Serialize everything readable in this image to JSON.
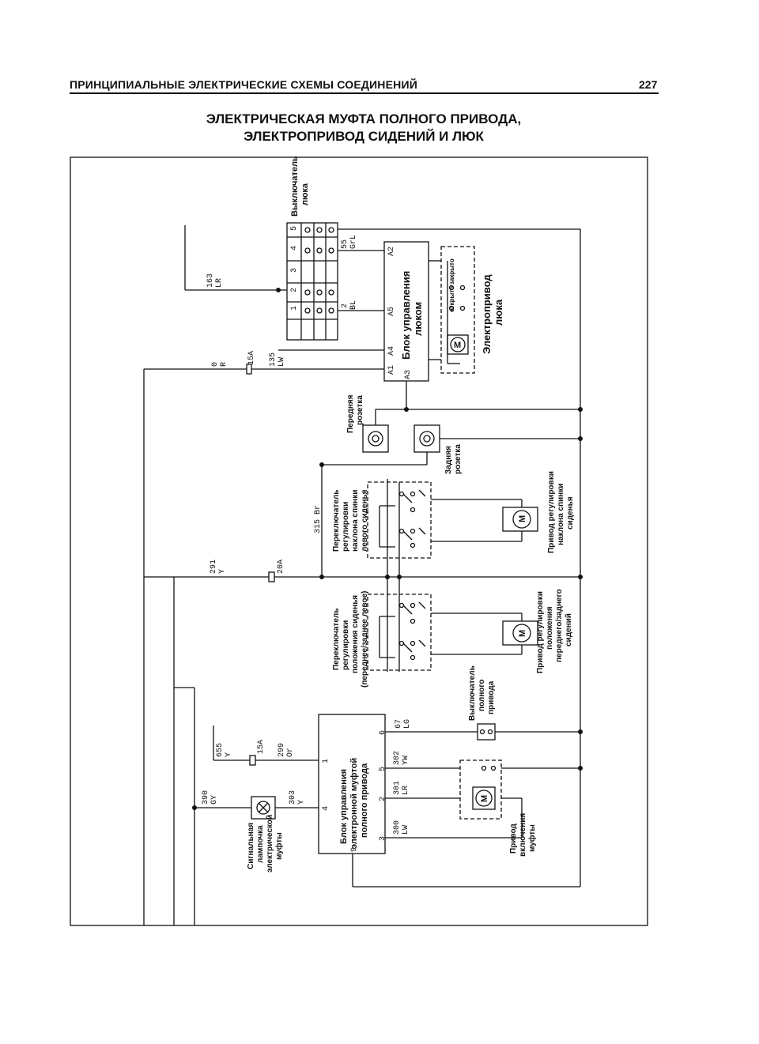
{
  "page": {
    "header": "ПРИНЦИПИАЛЬНЫЕ ЭЛЕКТРИЧЕСКИЕ СХЕМЫ СОЕДИНЕНИЙ",
    "page_number": "227",
    "title_line1": "ЭЛЕКТРИЧЕСКАЯ МУФТА ПОЛНОГО ПРИВОДА,",
    "title_line2": "ЭЛЕКТРОПРИВОД СИДЕНИЙ И ЛЮК"
  },
  "components": {
    "sunroof_switch": [
      "Выключатель",
      "люка"
    ],
    "sunroof_control": [
      "Блок управления",
      "люком"
    ],
    "sunroof_motor": [
      "Электропривод",
      "люка"
    ],
    "switch_open": "открыто",
    "switch_close": "закрыто",
    "front_socket": [
      "Передняя",
      "розетка"
    ],
    "rear_socket": [
      "Задняя",
      "розетка"
    ],
    "seat_back_switch": [
      "Переключатель",
      "регулировки",
      "наклона спинки",
      "левого сиденья"
    ],
    "seat_back_motor": [
      "Привод регулировки",
      "наклона спинки",
      "сиденья"
    ],
    "seat_pos_switch": [
      "Переключатель",
      "регулировки",
      "положения сиденья",
      "(переднее/заднее левое)"
    ],
    "seat_pos_motor": [
      "Привод регулировки",
      "положения",
      "переднего/заднего",
      "сидений"
    ],
    "awd_switch": [
      "Выключатель",
      "полного",
      "привода"
    ],
    "awd_control": [
      "Блок управления",
      "электронной муфтой",
      "полного привода"
    ],
    "clutch_drive": [
      "Привод",
      "включения",
      "муфты"
    ],
    "clutch_lamp": [
      "Сигнальная",
      "лампочка",
      "электрической",
      "муфты"
    ]
  },
  "wires": {
    "w163": "163",
    "w163c": "LR",
    "w55": "55",
    "w55c": "GrL",
    "w2": "2",
    "w2c": "BL",
    "w0": "0",
    "w0c": "R",
    "w135": "135",
    "w135c": "LW",
    "w315": "315 Br",
    "w291": "291",
    "w291c": "Y",
    "w655": "655",
    "w655c": "Y",
    "w299": "299",
    "w299c": "Or",
    "w390": "390",
    "w390c": "GY",
    "w303": "303",
    "w303c": "Y",
    "w301": "301",
    "w301c": "LR",
    "w302": "302",
    "w302c": "YW",
    "w300": "300",
    "w300c": "LW",
    "w67": "67",
    "w67c": "LG"
  },
  "fuses": {
    "f1": "15A",
    "f2": "20A",
    "f3": "15A"
  },
  "pins": {
    "sw": [
      "1",
      "2",
      "3",
      "4",
      "5"
    ],
    "ctl": {
      "a1": "A1",
      "a2": "A2",
      "a3": "A3",
      "a4": "A4",
      "a5": "A5"
    },
    "awd": {
      "p1": "1",
      "p2": "2",
      "p3": "3",
      "p4": "4",
      "p5": "5",
      "p6": "6",
      "p9": "9"
    }
  },
  "motor_symbol": "M"
}
